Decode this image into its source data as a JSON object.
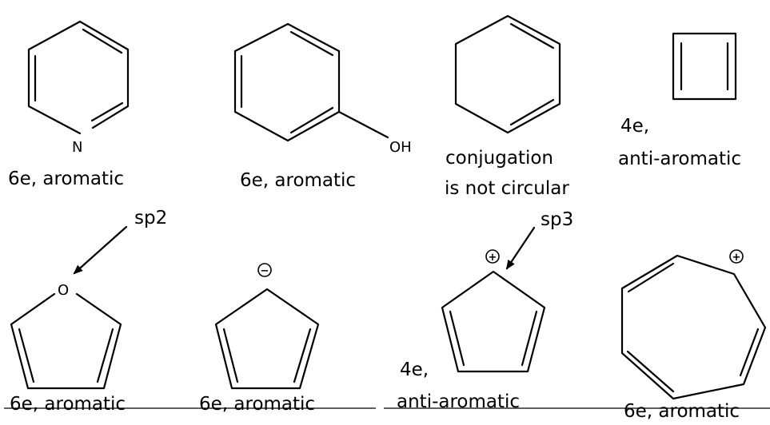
{
  "molecules": [
    {
      "atom_label": "N",
      "caption": [
        "6e, aromatic"
      ]
    },
    {
      "atom_label": "OH",
      "caption": [
        "6e, aromatic"
      ]
    },
    {
      "caption": [
        "conjugation",
        "is not circular"
      ]
    },
    {
      "caption": [
        "4e,",
        "anti-aromatic"
      ]
    },
    {
      "atom_label": "O",
      "annotation": "sp2",
      "caption": [
        "6e, aromatic"
      ]
    },
    {
      "charge": "⊖",
      "caption": [
        "6e, aromatic"
      ]
    },
    {
      "charge": "⊕",
      "annotation": "sp3",
      "caption": [
        "4e,",
        "anti-aromatic"
      ]
    },
    {
      "charge": "⊕",
      "caption": [
        "6e, aromatic"
      ]
    }
  ],
  "charge_symbols": {
    "minus": "−",
    "plus": "+"
  }
}
